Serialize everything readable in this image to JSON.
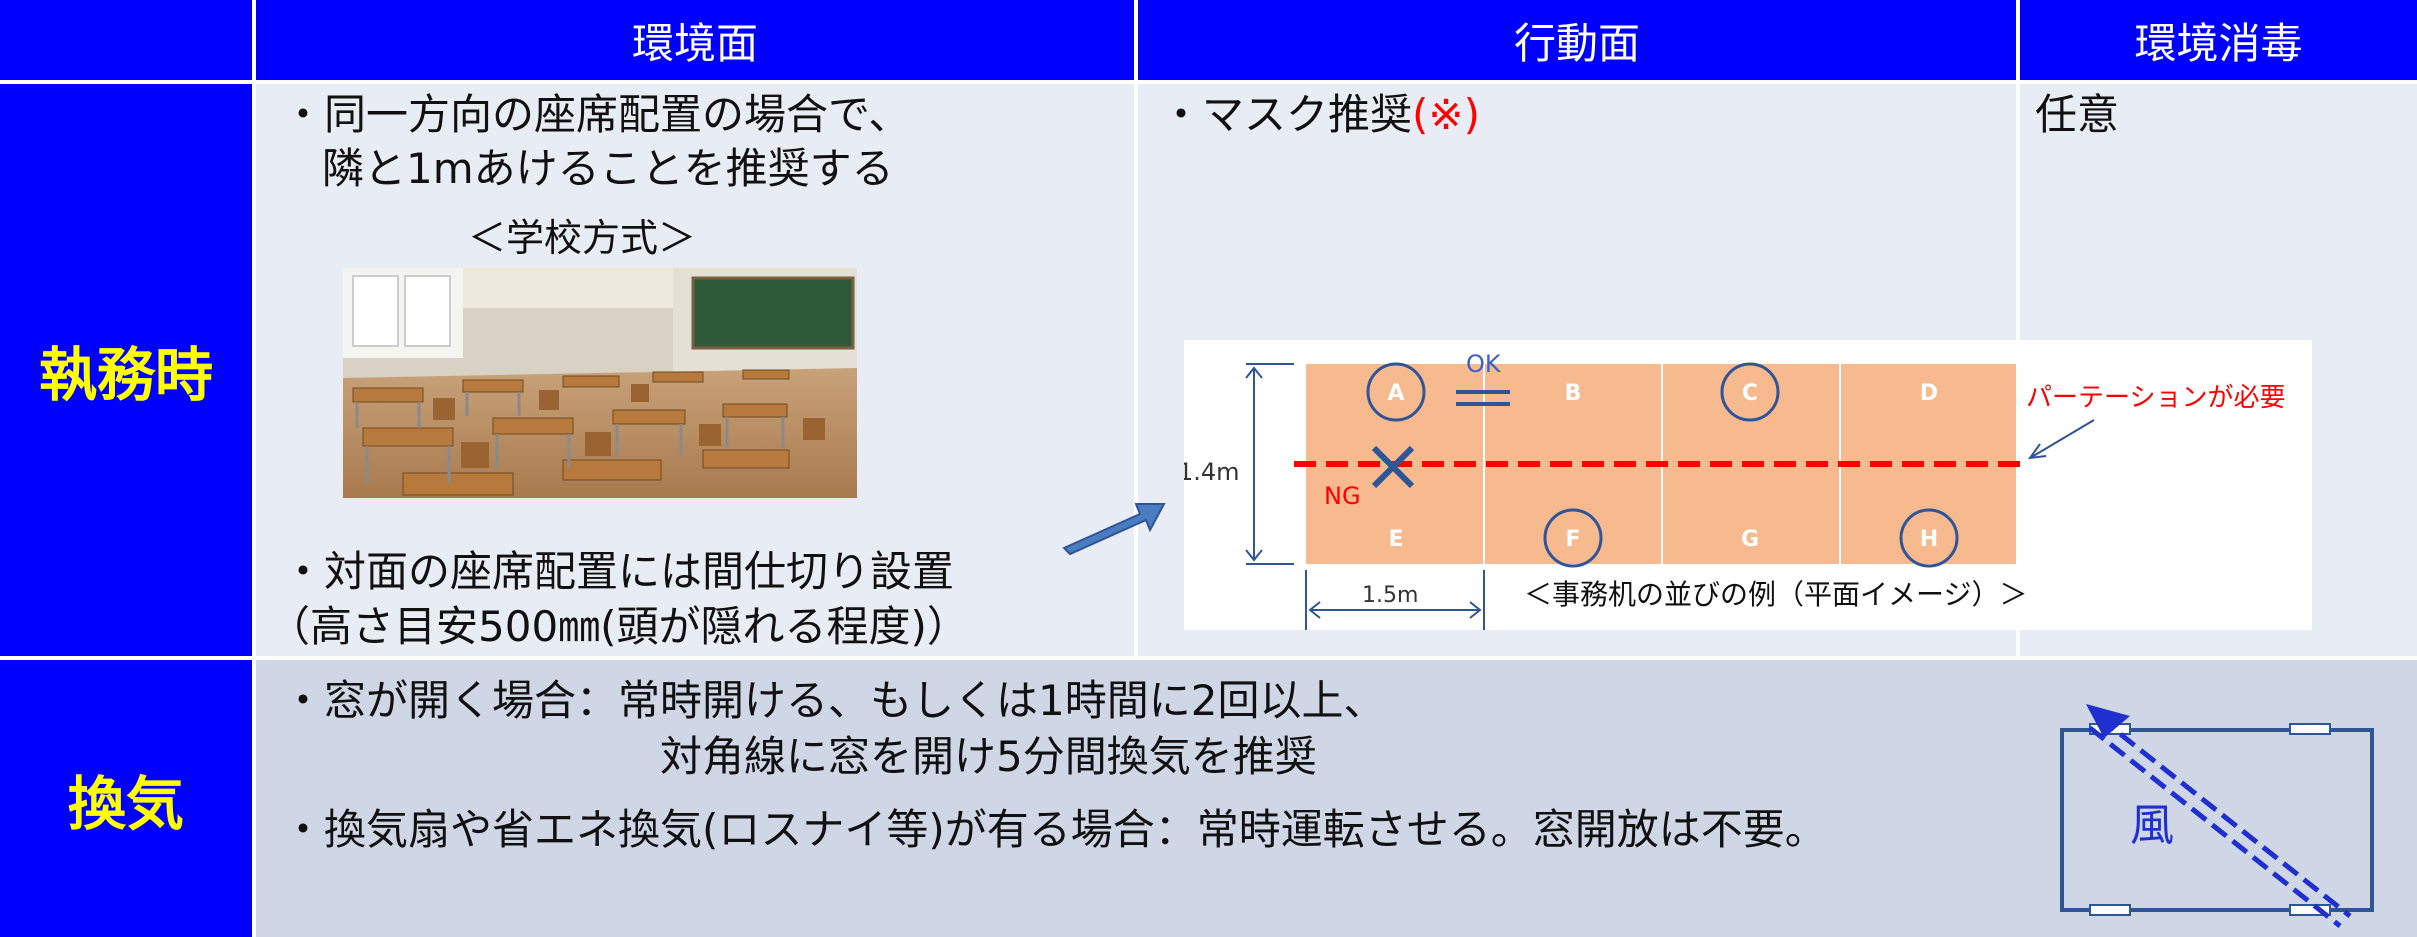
{
  "header": {
    "col1": "環境面",
    "col2": "行動面",
    "col3": "環境消毒"
  },
  "row1": {
    "label": "執務時",
    "env": {
      "line1": "・同一方向の座席配置の場合で、",
      "line2": "隣と1mあけることを推奨する",
      "photo_caption": "＜学校方式＞",
      "line3": "・対面の座席配置には間仕切り設置",
      "line4": "（高さ目安500㎜(頭が隠れる程度)）"
    },
    "action": {
      "text": "・マスク推奨",
      "note": "(※)"
    },
    "disinfect": "任意"
  },
  "diagram": {
    "seats_top": [
      "A",
      "B",
      "C",
      "D"
    ],
    "seats_bottom": [
      "E",
      "F",
      "G",
      "H"
    ],
    "ok_label": "OK",
    "ng_label": "NG",
    "height_label": "1.4m",
    "width_label": "1.5m",
    "partition_label": "パーテーションが必要",
    "caption": "＜事務机の並びの例（平面イメージ）＞"
  },
  "row2": {
    "label": "換気",
    "line1": "・窓が開く場合：常時開ける、もしくは1時間に2回以上、",
    "line2": "対角線に窓を開け5分間換気を推奨",
    "line3": "・換気扇や省エネ換気(ロスナイ等)が有る場合：常時運転させる。窓開放は不要。",
    "wind_label": "風"
  },
  "colors": {
    "header_bg": "#0000ff",
    "label_text": "#ffff00",
    "row1_bg": "#e8ecf4",
    "row2_bg": "#cfd6e5",
    "desk": "#f7b98e",
    "partition": "#ff0000",
    "diagram_blue": "#2f5597"
  }
}
